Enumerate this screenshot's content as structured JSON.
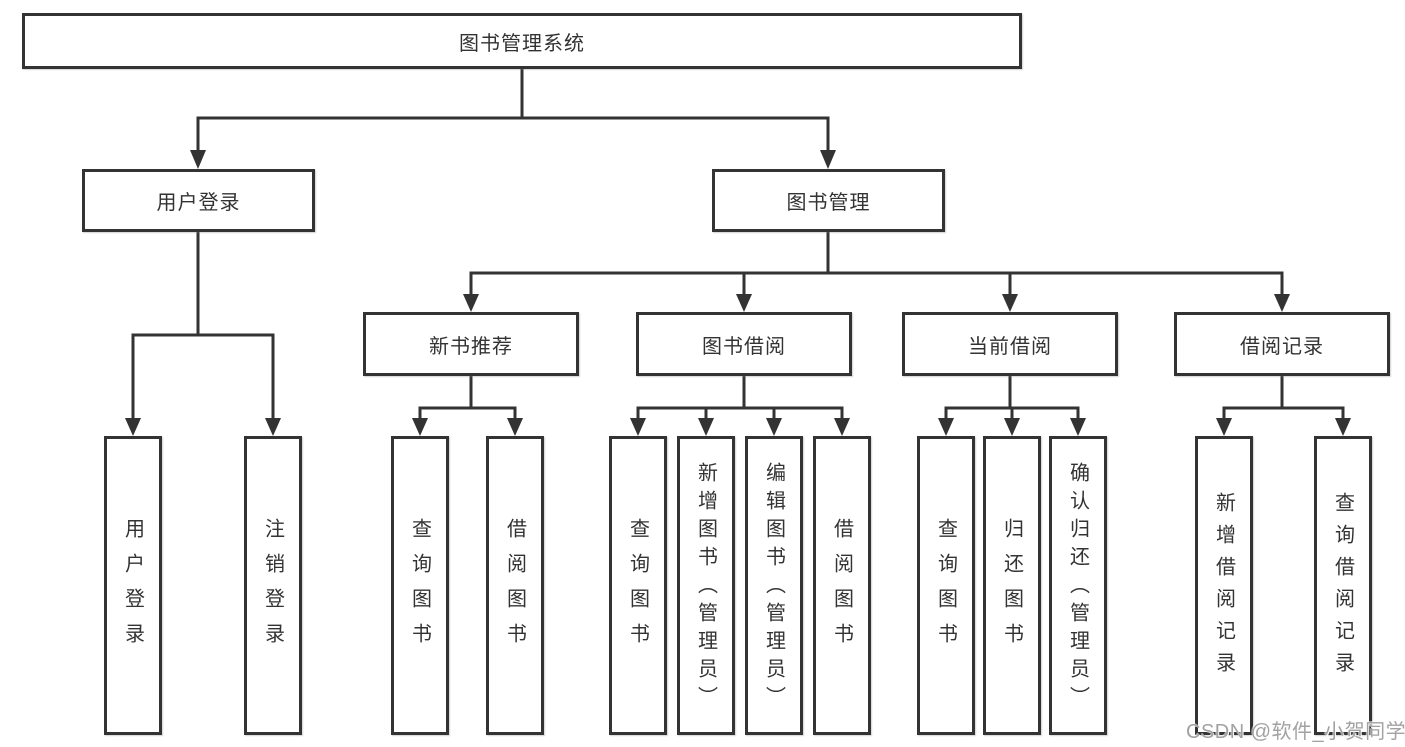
{
  "diagram": {
    "root": "图书管理系统",
    "branches": [
      {
        "label": "用户登录",
        "children": [
          "用户登录",
          "注销登录"
        ]
      },
      {
        "label": "图书管理",
        "groups": [
          {
            "label": "新书推荐",
            "children": [
              "查询图书",
              "借阅图书"
            ]
          },
          {
            "label": "图书借阅",
            "children": [
              "查询图书",
              "新增图书（管理员）",
              "编辑图书（管理员）",
              "借阅图书"
            ]
          },
          {
            "label": "当前借阅",
            "children": [
              "查询图书",
              "归还图书",
              "确认归还（管理员）"
            ]
          },
          {
            "label": "借阅记录",
            "children": [
              "新增借阅记录",
              "查询借阅记录"
            ]
          }
        ]
      }
    ]
  },
  "watermark": "CSDN @软件_小贺同学",
  "colors": {
    "line": "#333333",
    "box_border": "#333333",
    "text": "#333333",
    "background": "#ffffff",
    "watermark_text": "#a2a2a2"
  }
}
